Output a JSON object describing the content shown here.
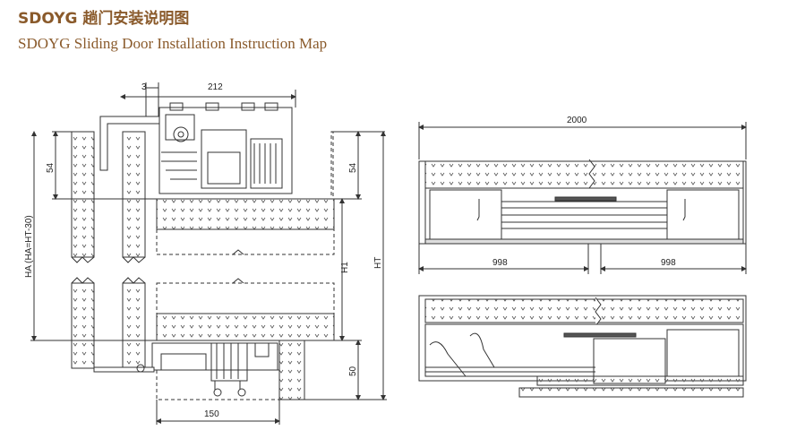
{
  "title_cn": "SDOYG 趟门安装说明图",
  "title_en": "SDOYG Sliding Door Installation Instruction Map",
  "dims": {
    "d3": "3",
    "d212": "212",
    "d54_left": "54",
    "d54_right": "54",
    "ha": "HA   (HA=HT-30)",
    "h1": "H1",
    "ht": "HT",
    "d50": "50",
    "d150": "150",
    "d2000": "2000",
    "d998_left": "998",
    "d998_right": "998"
  },
  "colors": {
    "title": "#8a5a2b",
    "line": "#333333"
  }
}
